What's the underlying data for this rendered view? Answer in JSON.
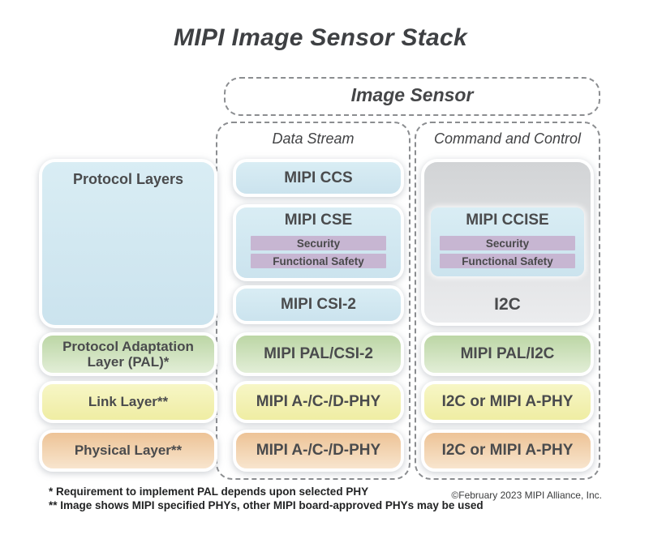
{
  "title": "MIPI Image Sensor Stack",
  "image_sensor": {
    "label": "Image Sensor"
  },
  "columns": {
    "data_stream_header": "Data Stream",
    "command_and_control_header": "Command and Control"
  },
  "row_labels": {
    "protocol_layers": "Protocol Layers",
    "protocol_adaptation_layer": "Protocol Adaptation Layer (PAL)*",
    "link_layer": "Link Layer**",
    "physical_layer": "Physical Layer**"
  },
  "data_stream": {
    "ccs": "MIPI CCS",
    "cse": {
      "title": "MIPI CSE",
      "security": "Security",
      "functional_safety": "Functional Safety"
    },
    "csi2": "MIPI CSI-2",
    "pal": "MIPI PAL/CSI-2",
    "link": "MIPI A-/C-/D-PHY",
    "phy": "MIPI A-/C-/D-PHY"
  },
  "command_and_control": {
    "ccise": {
      "title": "MIPI CCISE",
      "security": "Security",
      "functional_safety": "Functional Safety"
    },
    "i2c": "I2C",
    "pal": "MIPI PAL/I2C",
    "link": "I2C or MIPI A-PHY",
    "phy": "I2C or MIPI A-PHY"
  },
  "footnotes": {
    "note_pal": "* Requirement to implement PAL depends upon selected PHY",
    "note_phy": "** Image shows MIPI specified PHYs, other MIPI board-approved PHYs may be used"
  },
  "copyright": "©February 2023 MIPI Alliance, Inc.",
  "colors": {
    "protocol_blue": "#cde5ef",
    "security_purple": "#c7b6d2",
    "pal_green": "#c3d9ab",
    "link_yellow": "#f3f1ab",
    "phy_orange": "#efc79a",
    "command_gray": "#d9dbdd",
    "text_dark": "#4a4b4d",
    "dash_gray": "#8b8d90"
  }
}
